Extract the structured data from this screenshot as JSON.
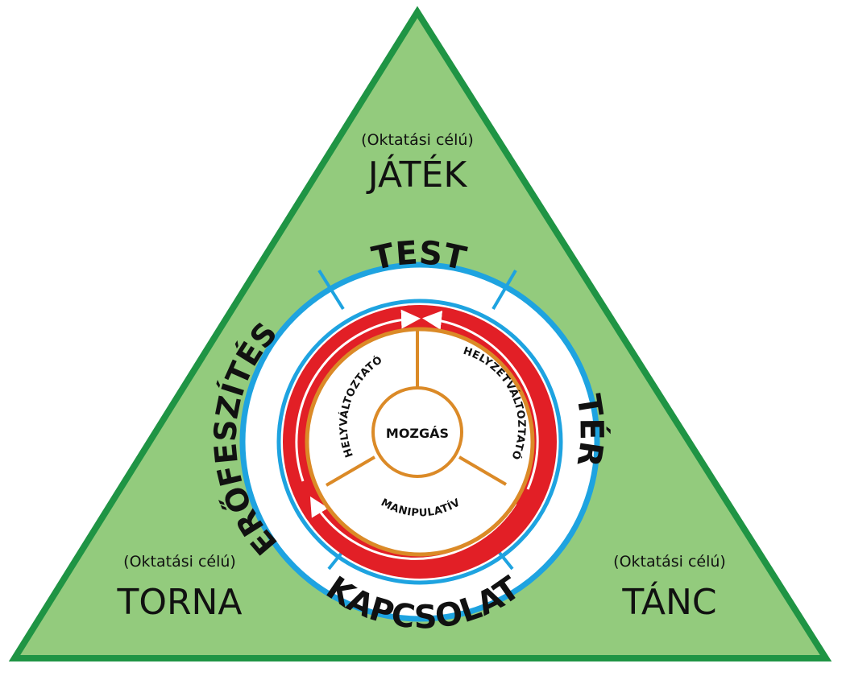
{
  "colors": {
    "triangle_fill": "#93cb7d",
    "triangle_stroke": "#1f9444",
    "outer_ring_stroke": "#1ea3e0",
    "ring_fill": "#ffffff",
    "red_band": "#e21f26",
    "arrow_color": "#ffffff",
    "inner_stroke": "#db8a27",
    "text": "#111111"
  },
  "corners": {
    "top": {
      "subtitle": "(Oktatási célú)",
      "title": "JÁTÉK"
    },
    "left": {
      "subtitle": "(Oktatási célú)",
      "title": "TORNA"
    },
    "right": {
      "subtitle": "(Oktatási célú)",
      "title": "TÁNC"
    }
  },
  "ring": {
    "top": "TEST",
    "right": "TÉR",
    "bottom": "KAPCSOLAT",
    "left": "ERŐFESZÍTÉS"
  },
  "inner": {
    "left": "HELYVÁLTOZTATÓ",
    "right": "HELYZETVÁLTOZTATÓ",
    "bottom": "MANIPULATÍV",
    "center": "MOZGÁS"
  }
}
